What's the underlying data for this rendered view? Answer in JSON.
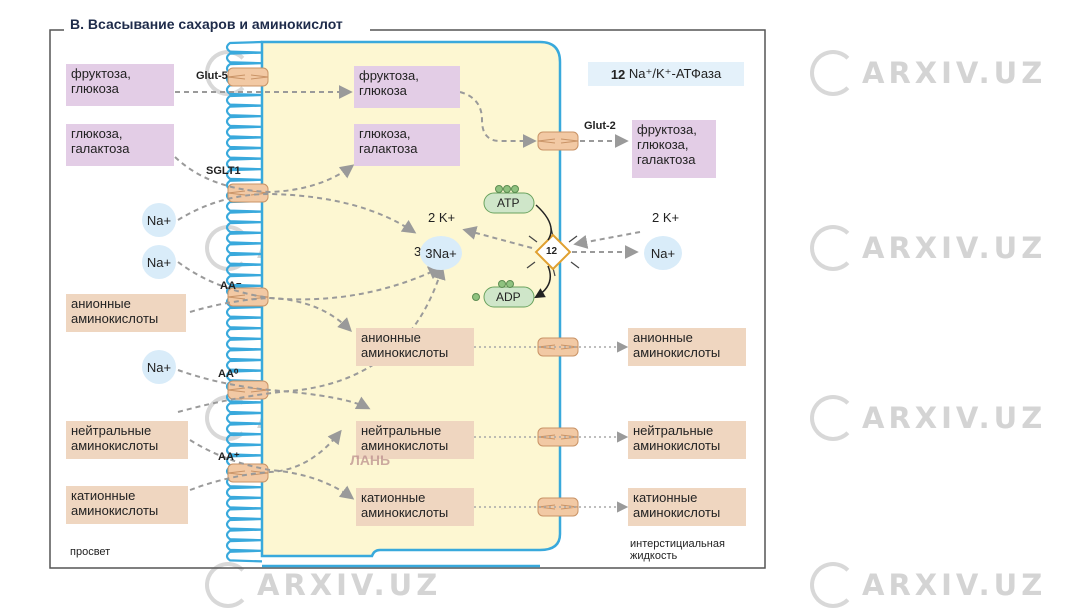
{
  "title": "В. Всасывание сахаров и аминокислот",
  "legend": {
    "number": "12",
    "text": "Na⁺/K⁺-АТФаза"
  },
  "transporters": {
    "glut5": "Glut-5",
    "glut2": "Glut-2",
    "sglt1": "SGLT1",
    "aa_minus": "AA⁻",
    "aa_zero": "AA⁰",
    "aa_plus": "AA⁺"
  },
  "boxes": {
    "lumen_fructose": "фруктоза,\nглюкоза",
    "lumen_glucose": "глюкоза,\nгалактоза",
    "lumen_anionic": "анионные\nаминокислоты",
    "lumen_neutral": "нейтральные\nаминокислоты",
    "lumen_cationic": "катионные\nаминокислоты",
    "cell_fructose": "фруктоза,\nглюкоза",
    "cell_glucose": "глюкоза,\nгалактоза",
    "cell_anionic": "анионные\nаминокислоты",
    "cell_neutral": "нейтральные\nаминокислоты",
    "cell_cationic": "катионные\nаминокислоты",
    "out_sugars": "фруктоза,\nглюкоза,\nгалактоза",
    "out_anionic": "анионные\nаминокислоты",
    "out_neutral": "нейтральные\nаминокислоты",
    "out_cationic": "катионные\nаминокислоты"
  },
  "ions": {
    "na1": "Na+",
    "na2": "Na+",
    "na3": "Na+",
    "na_out": "Na+",
    "k_in": "2 K+",
    "k_out": "2 K+",
    "na_cell": "3Na+",
    "na_cell_prefix": "3",
    "atp": "ATP",
    "adp": "ADP",
    "pump": "12"
  },
  "regions": {
    "lumen": "просвет",
    "interstitial": "интерстициальная\nжидкость"
  },
  "watermark": "ARXIV.UZ",
  "watermark_2": "ЛАНЬ",
  "colors": {
    "sugar": "#e3cde6",
    "amino": "#efd6c0",
    "cell": "#fdf7d2",
    "membrane": "#39a9dc",
    "ion": "#d9ecf9"
  }
}
